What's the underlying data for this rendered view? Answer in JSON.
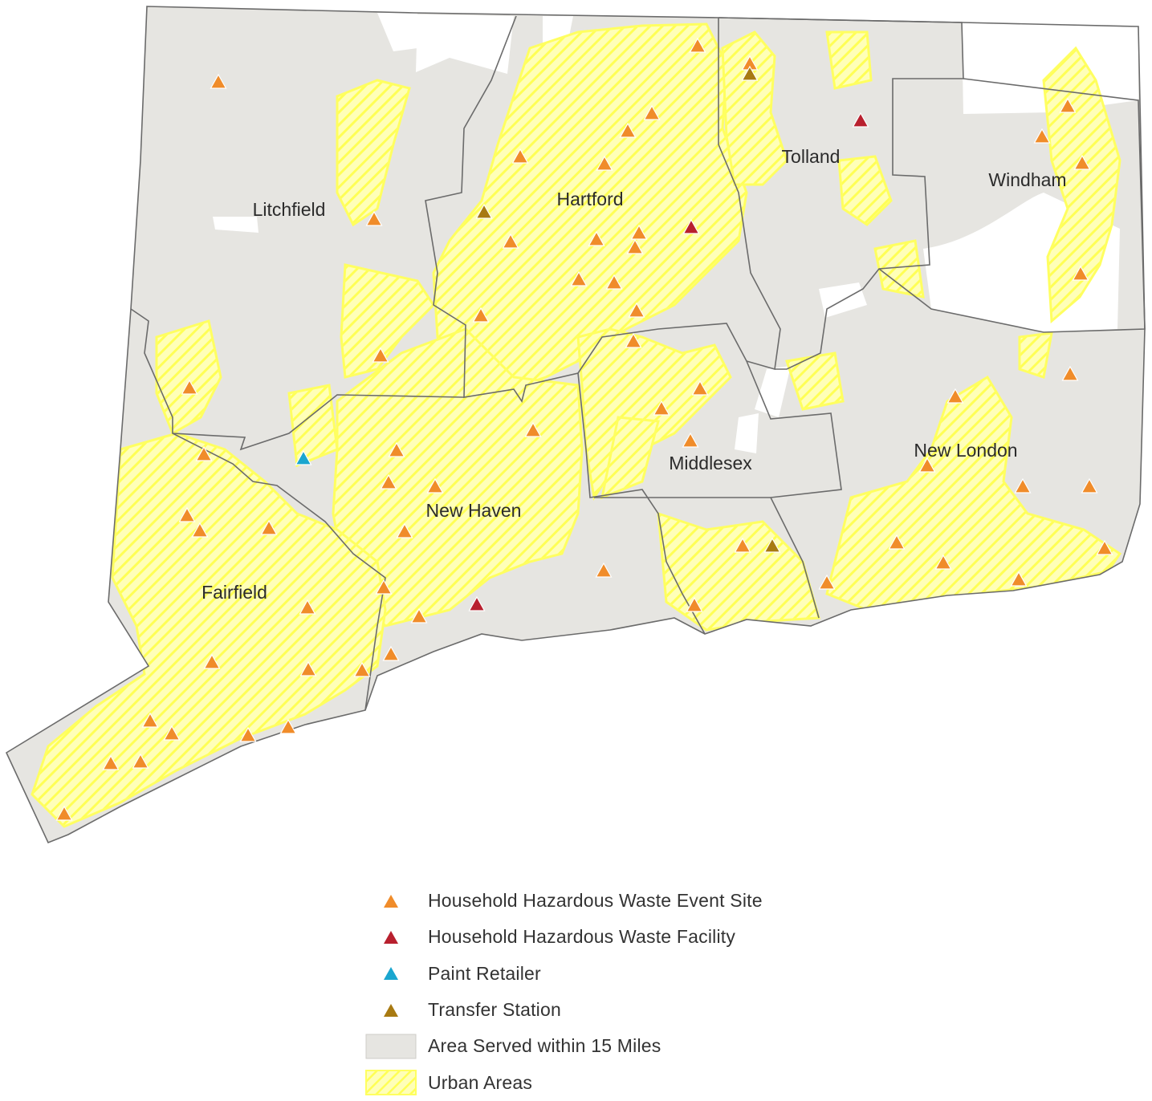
{
  "counties": [
    {
      "name": "Litchfield"
    },
    {
      "name": "Hartford"
    },
    {
      "name": "Tolland"
    },
    {
      "name": "Windham"
    },
    {
      "name": "Fairfield"
    },
    {
      "name": "New Haven"
    },
    {
      "name": "Middlesex"
    },
    {
      "name": "New London"
    }
  ],
  "legend": [
    {
      "label": "Household Hazardous Waste Event Site",
      "type": "triangle",
      "color": "#f08c2a"
    },
    {
      "label": "Household Hazardous Waste Facility",
      "type": "triangle",
      "color": "#b8202e"
    },
    {
      "label": "Paint Retailer",
      "type": "triangle",
      "color": "#1aa6cf"
    },
    {
      "label": "Transfer Station",
      "type": "triangle",
      "color": "#a87a12"
    },
    {
      "label": "Area Served within 15 Miles",
      "type": "area",
      "color": "#e6e5e1"
    },
    {
      "label": "Urban Areas",
      "type": "hatch",
      "color": "#ffff7a"
    }
  ],
  "colors": {
    "served_area": "#e6e5e1",
    "county_border": "#6b6b6b",
    "urban_hatch": "#ffff7a",
    "event_site": "#f08c2a",
    "facility": "#b8202e",
    "paint_retailer": "#1aa6cf",
    "transfer_station": "#a87a12"
  }
}
